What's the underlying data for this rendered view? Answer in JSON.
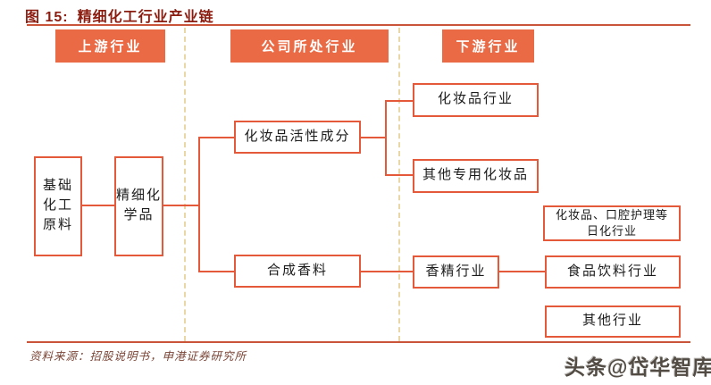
{
  "title": {
    "figure_label": "图 15:",
    "text": "精细化工行业产业链"
  },
  "columns": [
    {
      "id": "upstream",
      "label": "上游行业"
    },
    {
      "id": "company",
      "label": "公司所处行业"
    },
    {
      "id": "downstream",
      "label": "下游行业"
    }
  ],
  "nodes": {
    "basic_chemicals": {
      "label": "基础化工原料",
      "column": "上游行业"
    },
    "fine_chemicals": {
      "label": "精细化学品",
      "column": "上游行业"
    },
    "cosmetic_active_ingredients": {
      "label": "化妆品活性成分",
      "column": "公司所处行业"
    },
    "synthetic_fragrance": {
      "label": "合成香料",
      "column": "公司所处行业"
    },
    "cosmetics_industry": {
      "label": "化妆品行业",
      "column": "下游行业"
    },
    "other_special_cosmetics": {
      "label": "其他专用化妆品",
      "column": "下游行业"
    },
    "daily_chemical_industry": {
      "label": "化妆品、口腔护理等日化行业",
      "column": "下游行业"
    },
    "flavor_industry": {
      "label": "香精行业",
      "column": "下游行业"
    },
    "food_beverage_industry": {
      "label": "食品饮料行业",
      "column": "下游行业"
    },
    "other_industry": {
      "label": "其他行业",
      "column": "下游行业"
    }
  },
  "edges": [
    [
      "基础化工原料",
      "精细化学品"
    ],
    [
      "精细化学品",
      "化妆品活性成分"
    ],
    [
      "精细化学品",
      "合成香料"
    ],
    [
      "化妆品活性成分",
      "化妆品行业"
    ],
    [
      "化妆品活性成分",
      "其他专用化妆品"
    ],
    [
      "合成香料",
      "香精行业"
    ],
    [
      "香精行业",
      "食品饮料行业"
    ]
  ],
  "source_note": "资料来源：招股说明书，申港证券研究所",
  "watermark": "头条@岱华智库",
  "colors": {
    "header_fill": "#ea6a45",
    "box_border": "#e4593a",
    "title_text": "#8b1c10",
    "rule": "#c9543a",
    "dashed_separator": "#e9d8a6",
    "source_text": "#7a4537"
  }
}
